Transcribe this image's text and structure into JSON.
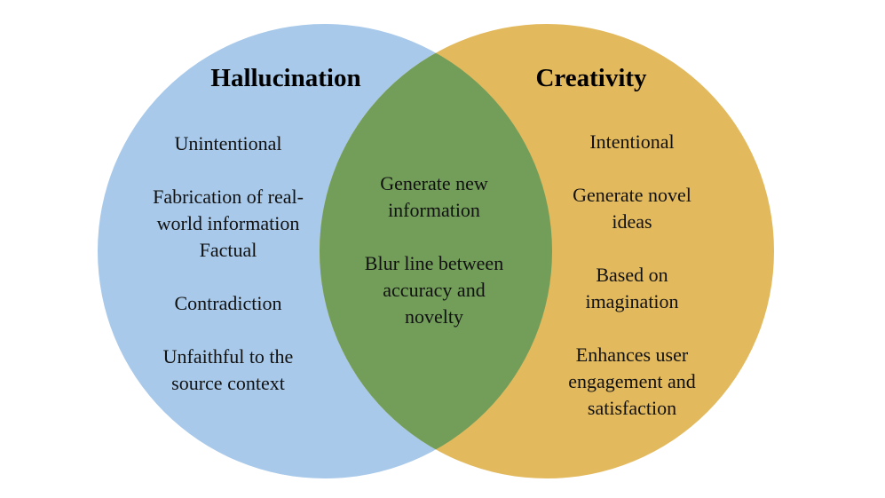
{
  "colors": {
    "left_circle": "#a8c9ea",
    "right_circle": "#e3b95e",
    "overlap": "#729e5a"
  },
  "left": {
    "title": "Hallucination",
    "items": [
      "Unintentional",
      "Fabrication of real-",
      "world information",
      "Factual",
      "Contradiction",
      "Unfaithful to the",
      "source context"
    ]
  },
  "overlap": {
    "items": [
      "Generate new",
      "information",
      "Blur line between",
      "accuracy and",
      "novelty"
    ]
  },
  "right": {
    "title": "Creativity",
    "items": [
      "Intentional",
      "Generate novel",
      "ideas",
      "Based on",
      "imagination",
      "Enhances user",
      "engagement and",
      "satisfaction"
    ]
  }
}
